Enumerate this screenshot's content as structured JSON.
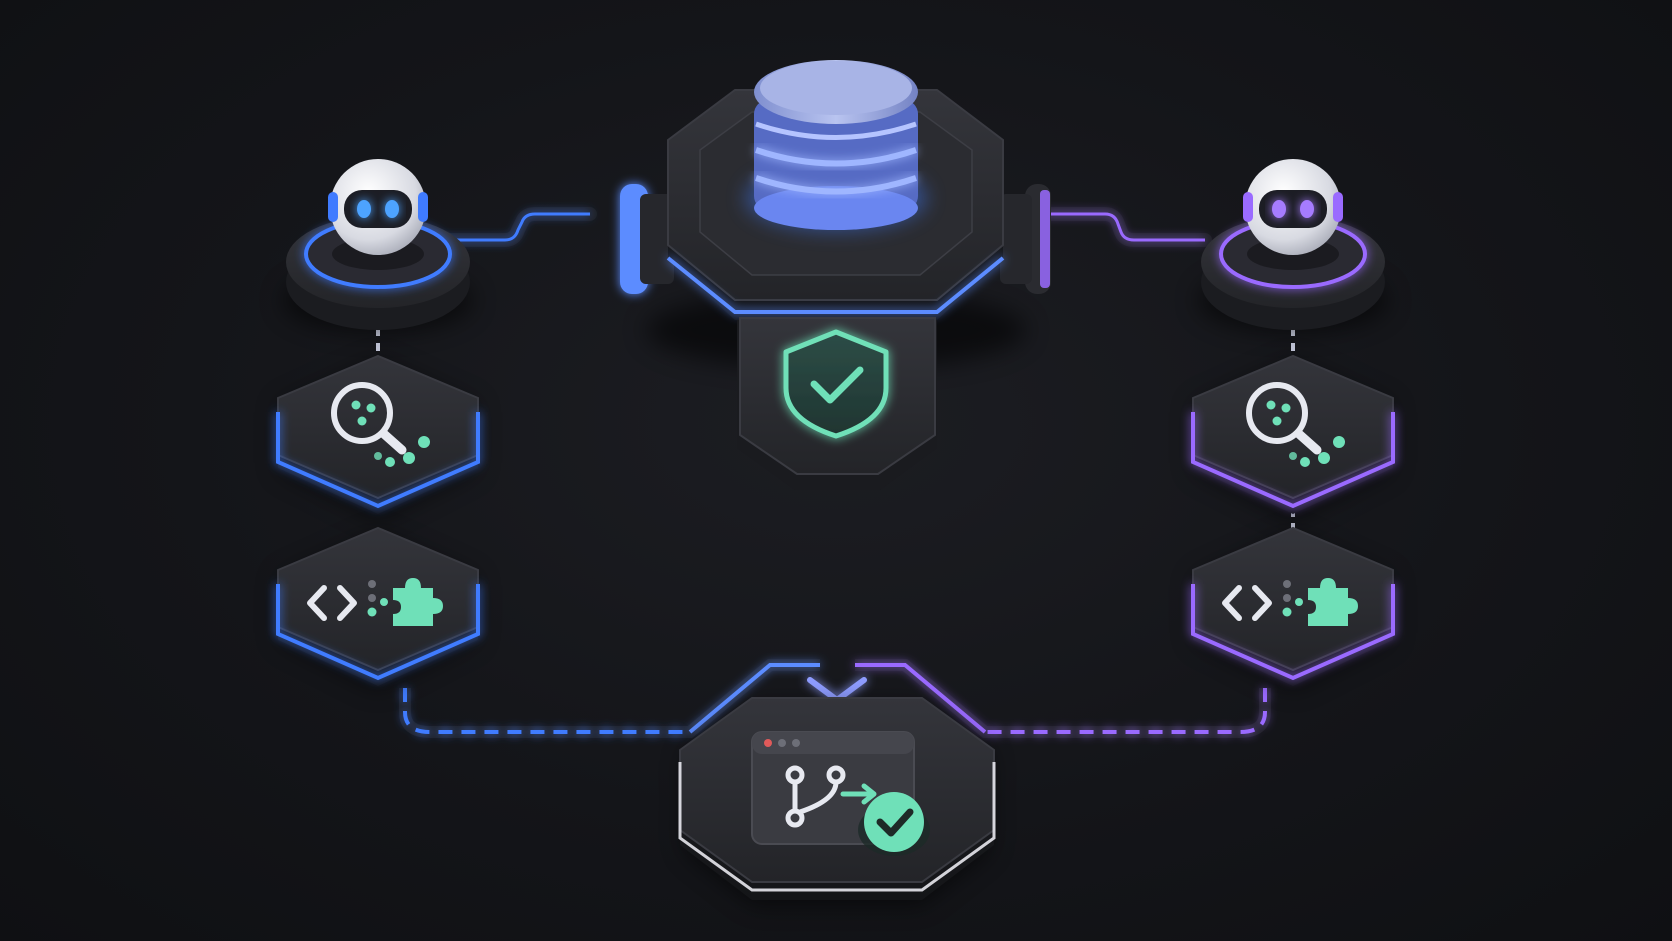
{
  "diagram": {
    "nodes": [
      {
        "id": "central-database",
        "role": "shared-store",
        "icon": "database-icon",
        "accent": "#5b8cff"
      },
      {
        "id": "security-check",
        "role": "validation",
        "icon": "shield-check-icon",
        "accent": "#6fe0b8"
      },
      {
        "id": "agent-left",
        "role": "agent",
        "icon": "robot-icon",
        "accent": "#3f7bff"
      },
      {
        "id": "agent-right",
        "role": "agent",
        "icon": "robot-icon",
        "accent": "#9a6bff"
      },
      {
        "id": "search-left",
        "role": "analyze",
        "icon": "magnifier-icon",
        "accent": "#3f7bff"
      },
      {
        "id": "search-right",
        "role": "analyze",
        "icon": "magnifier-icon",
        "accent": "#9a6bff"
      },
      {
        "id": "code-left",
        "role": "build",
        "icon": "code-puzzle-icon",
        "accent": "#3f7bff"
      },
      {
        "id": "code-right",
        "role": "build",
        "icon": "code-puzzle-icon",
        "accent": "#9a6bff"
      },
      {
        "id": "merge-result",
        "role": "merge",
        "icon": "git-merge-check-icon",
        "accent": "#e8e8ee"
      }
    ],
    "edges": [
      {
        "from": "agent-left",
        "to": "central-database",
        "style": "solid"
      },
      {
        "from": "agent-right",
        "to": "central-database",
        "style": "solid"
      },
      {
        "from": "agent-left",
        "to": "search-left",
        "style": "dashed"
      },
      {
        "from": "search-left",
        "to": "code-left",
        "style": "dashed"
      },
      {
        "from": "agent-right",
        "to": "search-right",
        "style": "dashed"
      },
      {
        "from": "search-right",
        "to": "code-right",
        "style": "dashed"
      },
      {
        "from": "code-left",
        "to": "merge-result",
        "style": "dashed"
      },
      {
        "from": "code-right",
        "to": "merge-result",
        "style": "dashed"
      }
    ],
    "colors": {
      "background": "#141519",
      "panel": "#2a2b30",
      "panel_dark": "#1c1d21",
      "blue_accent": "#3f7bff",
      "purple_accent": "#9a6bff",
      "mint_accent": "#6fe0b8"
    }
  }
}
